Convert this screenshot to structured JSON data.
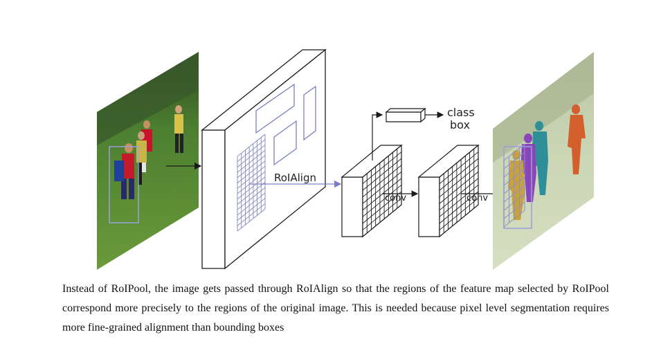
{
  "diagram": {
    "labels": {
      "roialign": "RoIAlign",
      "class": "class",
      "box": "box",
      "conv1": "conv",
      "conv2": "conv"
    },
    "colors": {
      "grid": "#8c8fc8",
      "arrow_input": "#7c80c2",
      "frame": "#1a1a1a",
      "field": "#4f8a34",
      "mask_orange": "#d35f2c",
      "mask_purple": "#8a46b8",
      "mask_teal": "#2e8f98",
      "mask_gold": "#c9a23c"
    },
    "icons": {
      "input_image": "soccer-players-photo",
      "output_image": "segmented-soccer-photo"
    }
  },
  "caption": "Instead of RoIPool, the image gets passed through RoIAlign so that the regions of the feature map selected by RoIPool correspond more precisely to the regions of the original image. This is needed because pixel level segmentation requires more fine-grained alignment than bounding boxes"
}
